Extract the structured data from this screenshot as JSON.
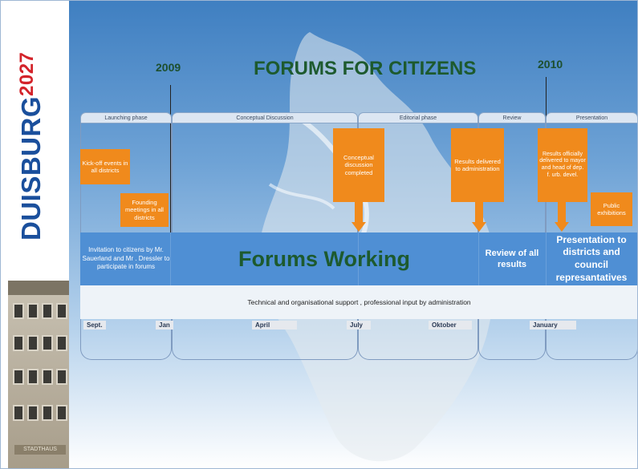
{
  "logo": {
    "name": "DUISBURG",
    "year": "2027"
  },
  "building": {
    "sign": "STADTHAUS"
  },
  "title": "FORUMS FOR CITIZENS",
  "years": [
    "2009",
    "2010"
  ],
  "phases": [
    "Launching phase",
    "Conceptual Discussion",
    "Editorial phase",
    "Review",
    "Presentation"
  ],
  "milestones": {
    "kickoff": "Kick-off events in all districts",
    "founding": "Founding meetings in all districts",
    "concept_done": "Conceptual discussion completed",
    "results_admin": "Results delivered to administration",
    "results_mayor": "Results officially delivered to mayor and head of dep. f. urb. devel.",
    "exhibitions": "Public exhibitions"
  },
  "band": {
    "invitation": "Invitation to citizens by Mr. Sauerland and Mr . Dressler to participate in forums",
    "working": "Forums Working",
    "review": "Review of all results",
    "presentation": "Presentation to districts and council represantatives"
  },
  "support": "Technical and organisational support , professional input by administration",
  "months": [
    "Sept.",
    "Jan",
    "April",
    "July",
    "Oktober",
    "January"
  ],
  "colors": {
    "accent_orange": "#f08a1c",
    "band_blue": "#4f8fd4",
    "title_green": "#1d5a2e",
    "logo_blue": "#1a4f9c",
    "logo_red": "#d3232a"
  }
}
